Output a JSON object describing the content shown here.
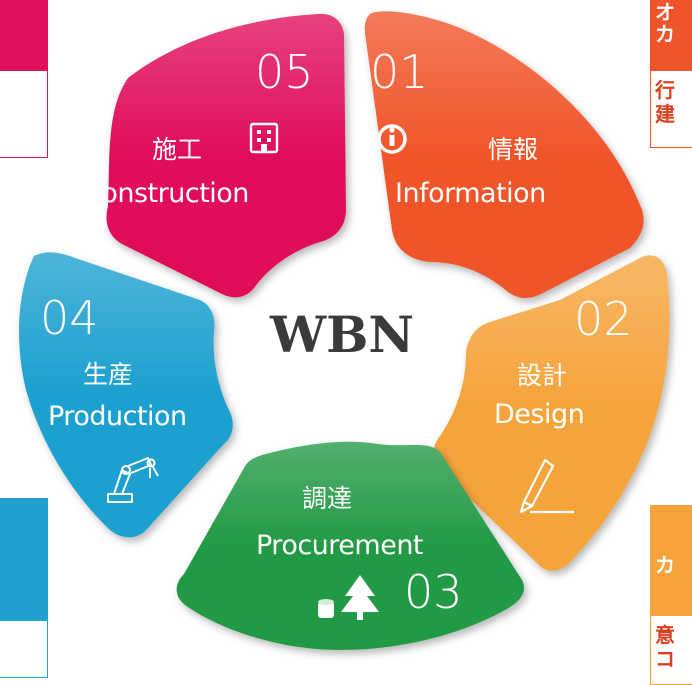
{
  "center": {
    "label": "WBN"
  },
  "segments": [
    {
      "id": "information",
      "number": "01",
      "jp": "情報",
      "en": "Information",
      "icon": "info-icon",
      "color": "#f0542c"
    },
    {
      "id": "design",
      "number": "02",
      "jp": "設計",
      "en": "Design",
      "icon": "pencil-icon",
      "color": "#f5a33a"
    },
    {
      "id": "procurement",
      "number": "03",
      "jp": "調達",
      "en": "Procurement",
      "icon": "tree-icon",
      "color": "#239a45"
    },
    {
      "id": "production",
      "number": "04",
      "jp": "生産",
      "en": "Production",
      "icon": "robot-arm-icon",
      "color": "#1fa0cf"
    },
    {
      "id": "construction",
      "number": "05",
      "jp": "施工",
      "en": "Construction",
      "icon": "building-icon",
      "color": "#e0115a"
    }
  ],
  "side_cards": {
    "top_right": {
      "color": "#f0542c",
      "header": [
        "オ",
        "カ"
      ],
      "body": [
        "行",
        "建"
      ]
    },
    "bottom_right": {
      "color": "#f5a33a",
      "header": [
        "カ"
      ],
      "body": [
        "意",
        "コ"
      ]
    },
    "top_left": {
      "color": "#e0115a"
    },
    "bottom_left": {
      "color": "#1fa0cf"
    }
  }
}
